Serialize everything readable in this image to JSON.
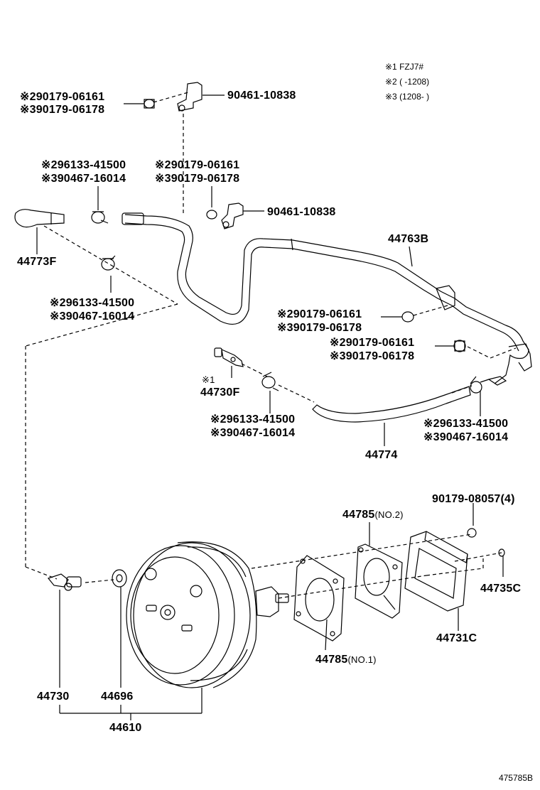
{
  "legend": [
    "※1 FZJ7#",
    "※2 (    -1208)",
    "※3 (1208-    )"
  ],
  "figure_id": "475785B",
  "labels": {
    "top_bolt_a": "※290179-06161",
    "top_bolt_b": "※390179-06178",
    "top_bracket": "90461-10838",
    "clamp_top_a": "※296133-41500",
    "clamp_top_b": "※390467-16014",
    "mid_bolt_a": "※290179-06161",
    "mid_bolt_b": "※390179-06178",
    "mid_bracket": "90461-10838",
    "hose_left": "44773F",
    "tube_right": "44763B",
    "clamp_mid_a": "※296133-41500",
    "clamp_mid_b": "※390467-16014",
    "r_bolt1_a": "※290179-06161",
    "r_bolt1_b": "※390179-06178",
    "r_bolt2_a": "※290179-06161",
    "r_bolt2_b": "※390179-06178",
    "valve_note": "※1",
    "valve": "44730F",
    "clamp_low_a": "※296133-41500",
    "clamp_low_b": "※390467-16014",
    "clamp_right_a": "※296133-41500",
    "clamp_right_b": "※390467-16014",
    "hose_mid": "44774",
    "nut": "90179-08057(4)",
    "gasket2": "44785",
    "gasket2_note": "(NO.2)",
    "seal": "44735C",
    "spacer": "44731C",
    "gasket1": "44785",
    "gasket1_note": "(NO.1)",
    "check_valve": "44730",
    "grommet": "44696",
    "booster": "44610"
  }
}
